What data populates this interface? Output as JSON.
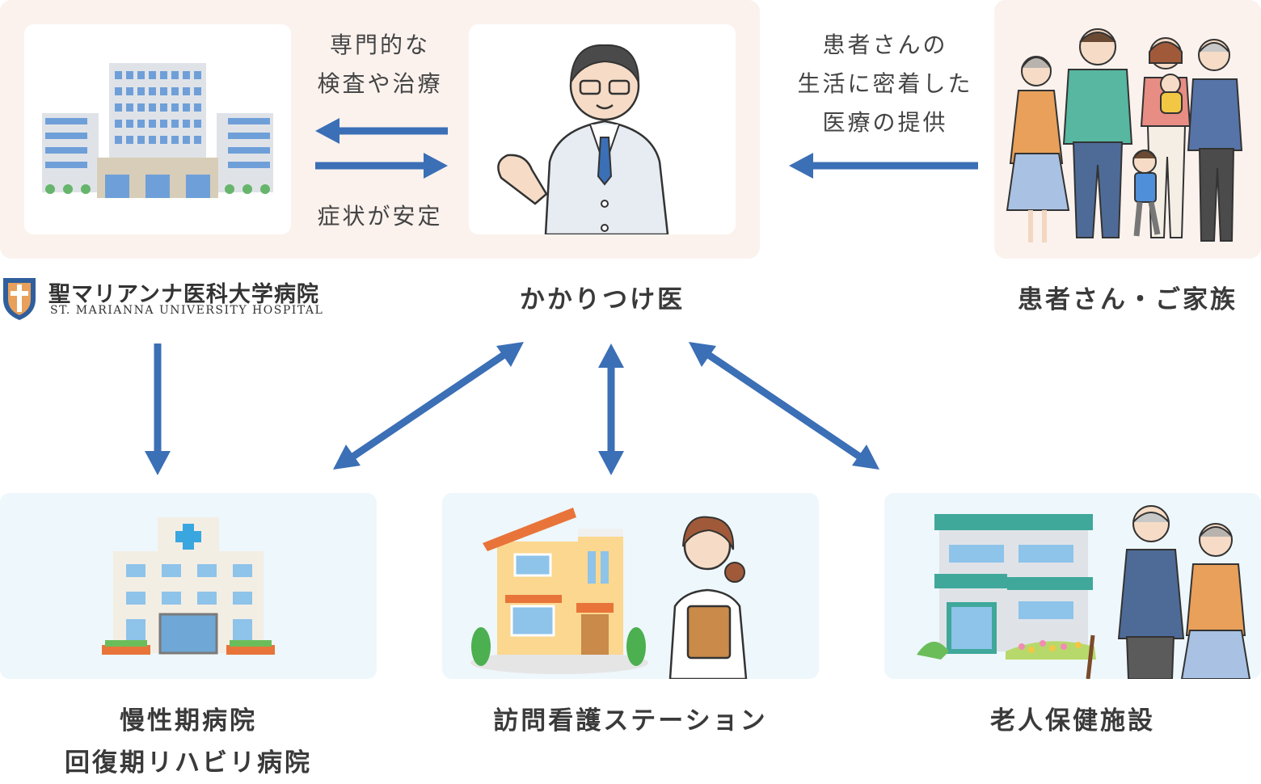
{
  "hospital_logo": {
    "name_jp": "聖マリアンナ医科大学病院",
    "name_en": "ST. MARIANNA UNIVERSITY HOSPITAL"
  },
  "arrow_labels": {
    "specialized": [
      "専門的な",
      "検査や治療"
    ],
    "stable": "症状が安定",
    "community": [
      "患者さんの",
      "生活に密着した",
      "医療の提供"
    ]
  },
  "nodes": {
    "family_doctor": "かかりつけ医",
    "patients": "患者さん・ご家族",
    "chronic": [
      "慢性期病院",
      "回復期リハビリ病院"
    ],
    "nursing_station": "訪問看護ステーション",
    "elderly_facility": "老人保健施設"
  },
  "colors": {
    "arrow": "#3b6fb6",
    "warm_panel": "#fbf2ee",
    "cool_panel": "#eef7fb"
  }
}
